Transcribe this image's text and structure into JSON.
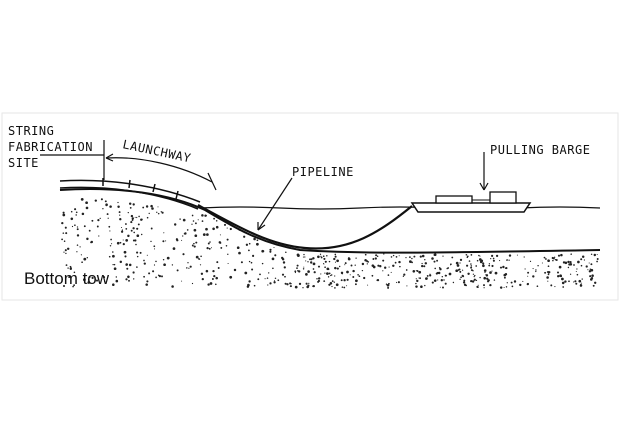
{
  "diagram": {
    "labels": {
      "string_fabrication_line1": "STRING",
      "string_fabrication_line2": "FABRICATION",
      "string_fabrication_line3": "SITE",
      "launchway": "LAUNCHWAY",
      "pipeline": "PIPELINE",
      "pulling_barge": "PULLING BARGE"
    },
    "caption": "Bottom tow",
    "colors": {
      "ink": "#111111",
      "background": "#ffffff",
      "frame": "#e6e6e6"
    }
  }
}
